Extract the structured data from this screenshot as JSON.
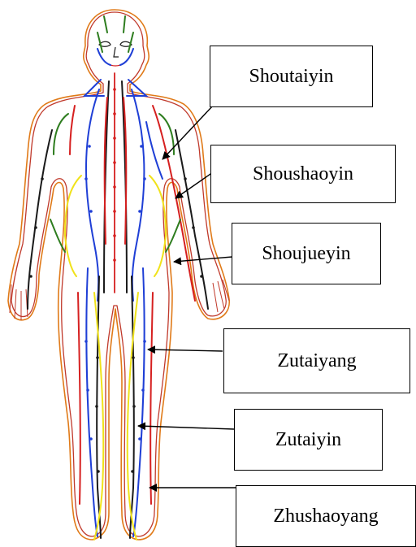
{
  "diagram": {
    "labels": [
      {
        "id": "shoutaiyin",
        "text": "Shoutaiyin"
      },
      {
        "id": "shoushaoyin",
        "text": "Shoushaoyin"
      },
      {
        "id": "shoujueyin",
        "text": "Shoujueyin"
      },
      {
        "id": "zutaiyang",
        "text": "Zutaiyang"
      },
      {
        "id": "zutaiyin",
        "text": "Zutaiyin"
      },
      {
        "id": "zhushaoyang",
        "text": "Zhushaoyang"
      }
    ],
    "colors": {
      "outline": "#c0392b",
      "channel_black": "#1a1a1a",
      "channel_blue": "#1f3fd6",
      "channel_red": "#d62020",
      "channel_yellow": "#f0e21a",
      "channel_green": "#2e7d1f",
      "channel_orange": "#e07a18"
    }
  }
}
